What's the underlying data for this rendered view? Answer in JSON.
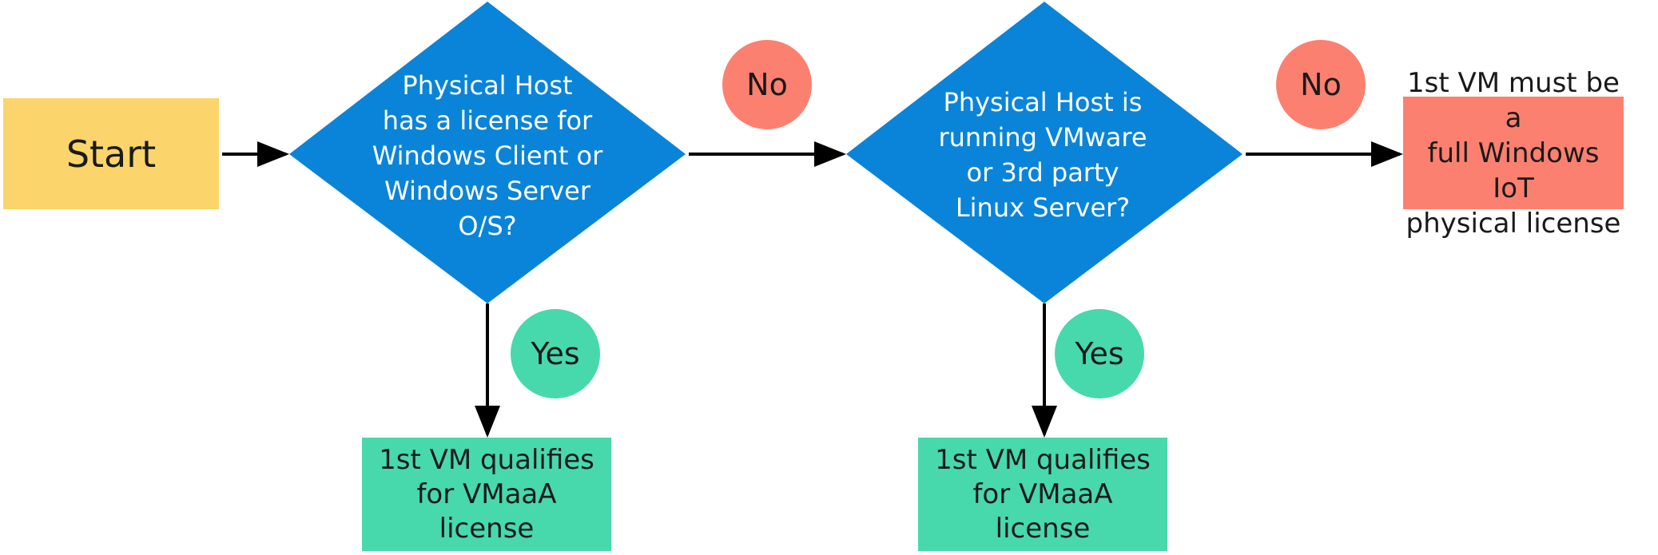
{
  "colors": {
    "start": "#fbd46b",
    "decision": "#0a84d8",
    "result_yes": "#47d9ab",
    "result_no": "#fc8070",
    "badge_no": "#fc8070",
    "badge_yes": "#47d9ab",
    "arrow": "#000000"
  },
  "start": {
    "label": "Start"
  },
  "decision1": {
    "question": "Physical Host\nhas a license for\nWindows Client or\nWindows Server\nO/S?"
  },
  "decision2": {
    "question": "Physical Host is\nrunning VMware\nor 3rd party\nLinux Server?"
  },
  "badges": {
    "no_1": "No",
    "no_2": "No",
    "yes_1": "Yes",
    "yes_2": "Yes"
  },
  "results": {
    "yes_1": "1st VM qualifies\nfor VMaaA\nlicense",
    "yes_2": "1st VM qualifies\nfor VMaaA\nlicense",
    "no_2": "1st VM must be a\nfull Windows IoT\nphysical license"
  }
}
